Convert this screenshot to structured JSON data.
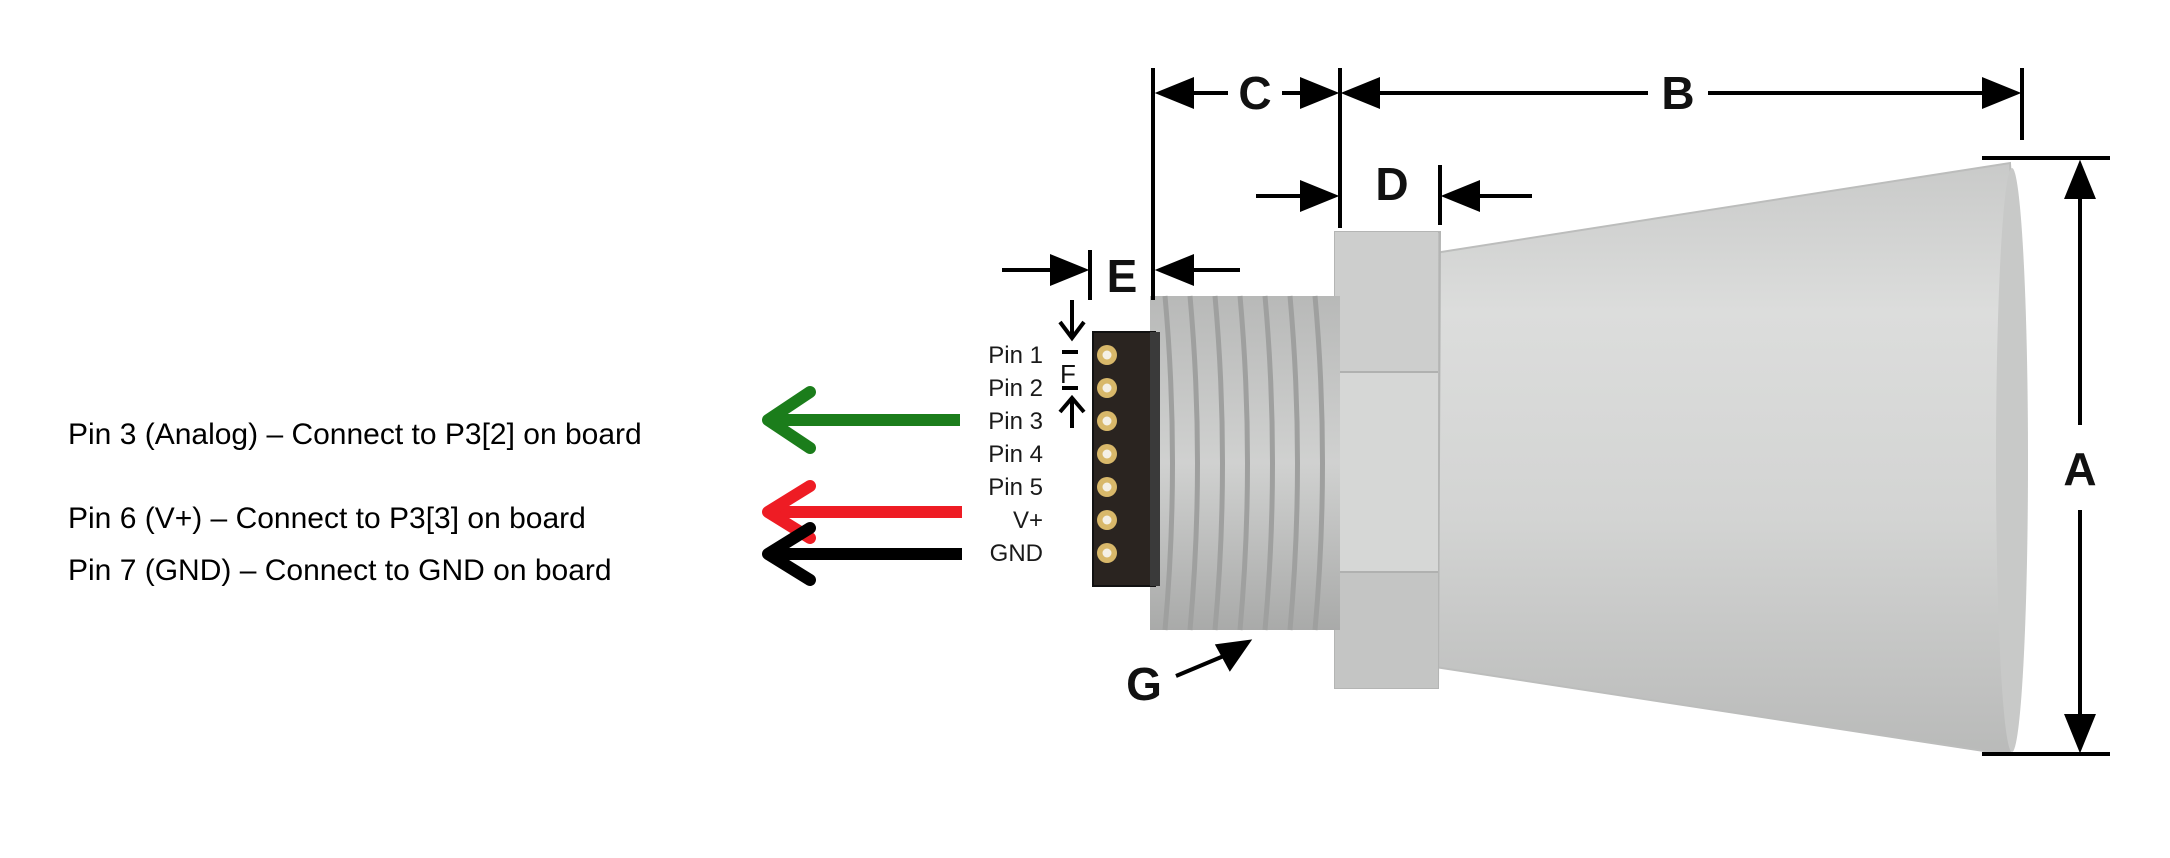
{
  "notes": [
    {
      "text": "Pin 3 (Analog) – Connect to P3[2] on board",
      "color": "#1b7d1b"
    },
    {
      "text": "Pin 6 (V+) – Connect to P3[3] on board",
      "color": "#ee1c24"
    },
    {
      "text": "Pin 7 (GND) – Connect to GND on board",
      "color": "#000000"
    }
  ],
  "pins": [
    "Pin 1",
    "Pin 2",
    "Pin 3",
    "Pin 4",
    "Pin 5",
    "V+",
    "GND"
  ],
  "dimensions": {
    "A": "A",
    "B": "B",
    "C": "C",
    "D": "D",
    "E": "E",
    "F": "F",
    "G": "G"
  },
  "colors": {
    "sensor_body": "#d4d5d4",
    "pcb": "#2a2420",
    "pin_pad": "#d8b86a"
  }
}
